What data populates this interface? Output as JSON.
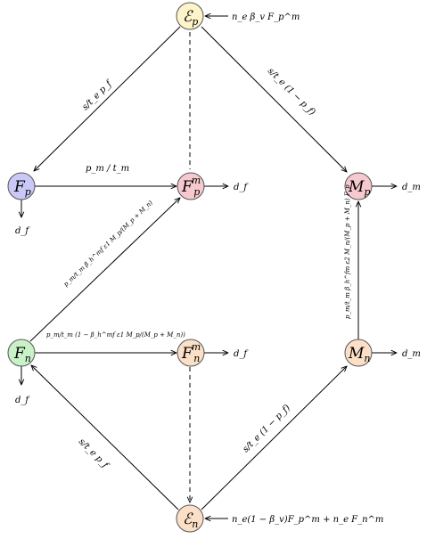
{
  "nodes": {
    "Ep": {
      "main": "ℰ",
      "sub": "p",
      "fill": "#fdf4c9"
    },
    "Fp": {
      "main": "F",
      "sub": "p",
      "fill": "#c9c8f7"
    },
    "Fpm": {
      "main": "F",
      "sub": "p",
      "sup": "m",
      "fill": "#f6c9cf"
    },
    "Mp": {
      "main": "M",
      "sub": "p",
      "fill": "#f6c9cf"
    },
    "Fn": {
      "main": "F",
      "sub": "n",
      "fill": "#c9f2c9"
    },
    "Fnm": {
      "main": "F",
      "sub": "n",
      "sup": "m",
      "fill": "#fbe0c7"
    },
    "Mn": {
      "main": "M",
      "sub": "n",
      "fill": "#fbe0c7"
    },
    "En": {
      "main": "ℰ",
      "sub": "n",
      "fill": "#fbe0c7"
    }
  },
  "outflows": {
    "fp_down": "d_f",
    "fpm_right": "d_f",
    "mp_right": "d_m",
    "fn_down": "d_f",
    "fnm_right": "d_f",
    "mn_right": "d_m"
  },
  "inflows": {
    "ep_in": "n_e β_v F_p^m",
    "en_in": "n_e(1 − β_v)F_p^m + n_e F_n^m"
  },
  "edge_labels": {
    "ep_to_fp": "s/t_e p_f",
    "ep_to_mp": "s/t_e (1 − p_f)",
    "fp_to_fpm": "p_m / t_m",
    "fn_to_fpm": "p_m/t_m β_h^mf ε1 M_p/(M_p + M_n)",
    "fn_to_fnm": "p_m/t_m (1 − β_h^mf ε1 M_p/(M_p + M_n))",
    "mn_to_mp": "p_m/t_m β_h^fm ε2 M_n/(M_p + M_n) F_p",
    "en_to_fn": "s/t_e p_f",
    "en_to_mn": "s/t_e (1 − p_f)"
  }
}
